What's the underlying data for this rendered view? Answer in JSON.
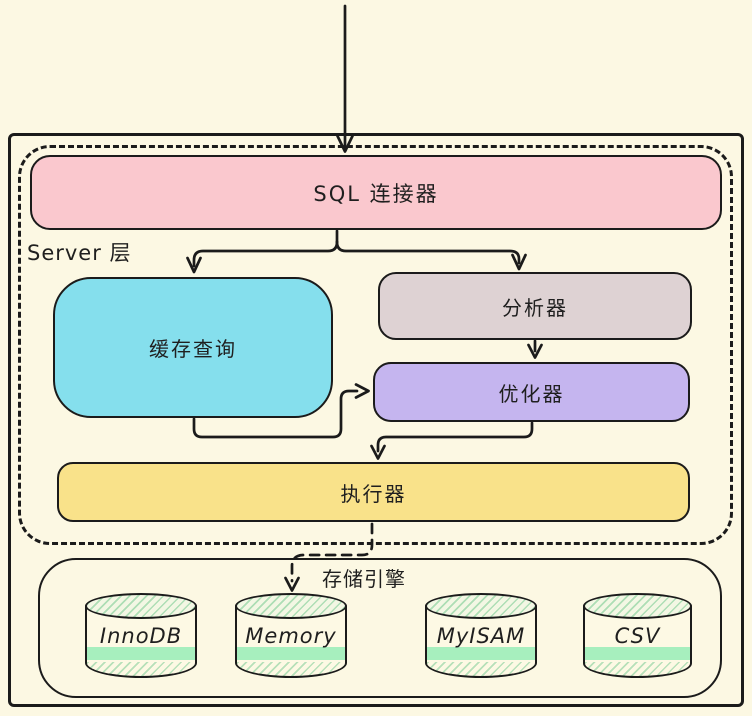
{
  "canvas": {
    "background": "#FCF8E3",
    "stroke": "#1B1B1B"
  },
  "server_layer": {
    "label": "Server 层"
  },
  "nodes": {
    "sql_connector": {
      "label": "SQL 连接器",
      "fill": "#FAC8CE"
    },
    "query_cache": {
      "label": "缓存查询",
      "fill": "#85DFED"
    },
    "analyzer": {
      "label": "分析器",
      "fill": "#DED2D3"
    },
    "optimizer": {
      "label": "优化器",
      "fill": "#C5B5EF"
    },
    "executor": {
      "label": "执行器",
      "fill": "#F9E28A"
    }
  },
  "storage_layer": {
    "label": "存储引擎",
    "band_color": "#A7EFBE",
    "engines": [
      {
        "label": "InnoDB"
      },
      {
        "label": "Memory"
      },
      {
        "label": "MyISAM"
      },
      {
        "label": "CSV"
      }
    ]
  }
}
